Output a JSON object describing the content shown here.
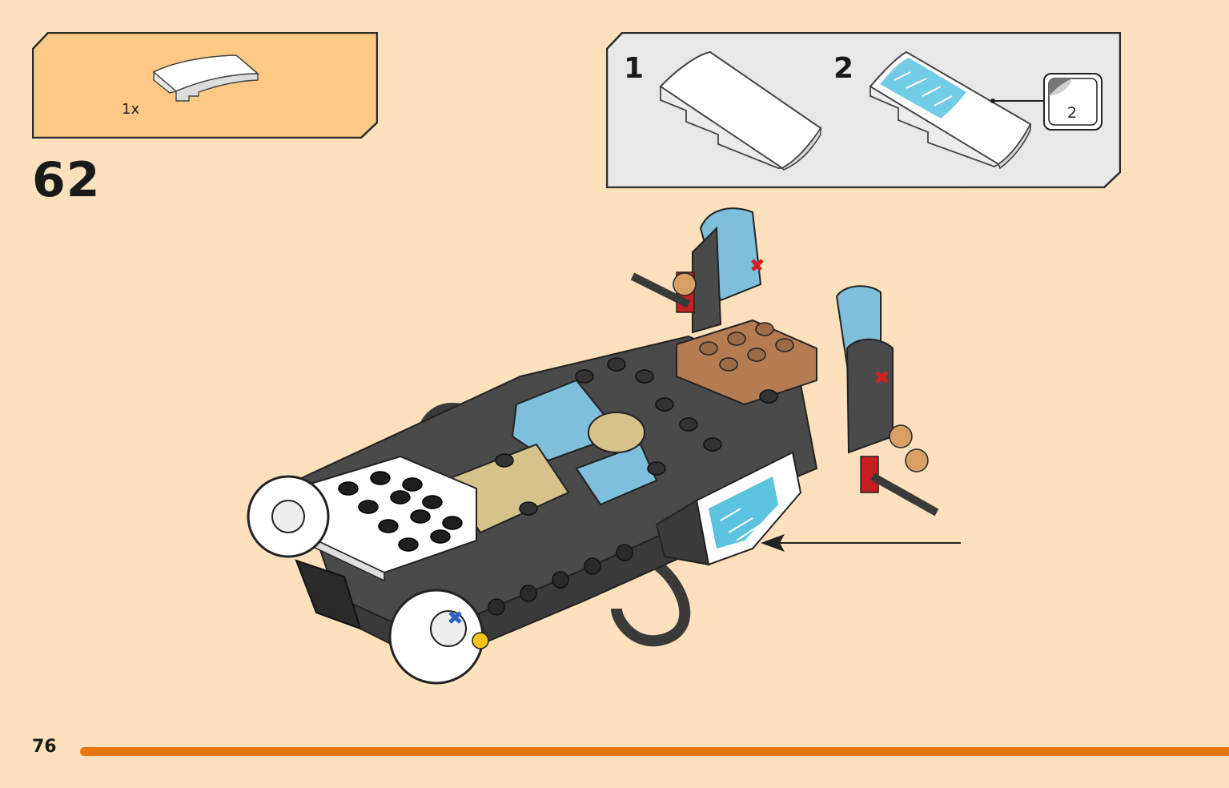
{
  "parts_list": {
    "quantity": "1x",
    "part_icon": "curved-slope-white-icon"
  },
  "step": {
    "number": "62"
  },
  "sub_steps": [
    {
      "label": "1",
      "part_icon": "curved-slope-white-icon"
    },
    {
      "label": "2",
      "part_icon": "curved-slope-sticker-icon",
      "sticker_number": "2"
    }
  ],
  "page": {
    "number": "76"
  },
  "colors": {
    "background": "#FDE1BC",
    "parts_box": "#FDC985",
    "sub_box": "#E8E8E8",
    "progress": "#E87711",
    "sticker_blue": "#5BC3E0",
    "brick_dark": "#4A4A4A",
    "brick_light_blue": "#7EBFDC",
    "brick_tan": "#D6C38B",
    "brick_brown": "#B57C52"
  }
}
